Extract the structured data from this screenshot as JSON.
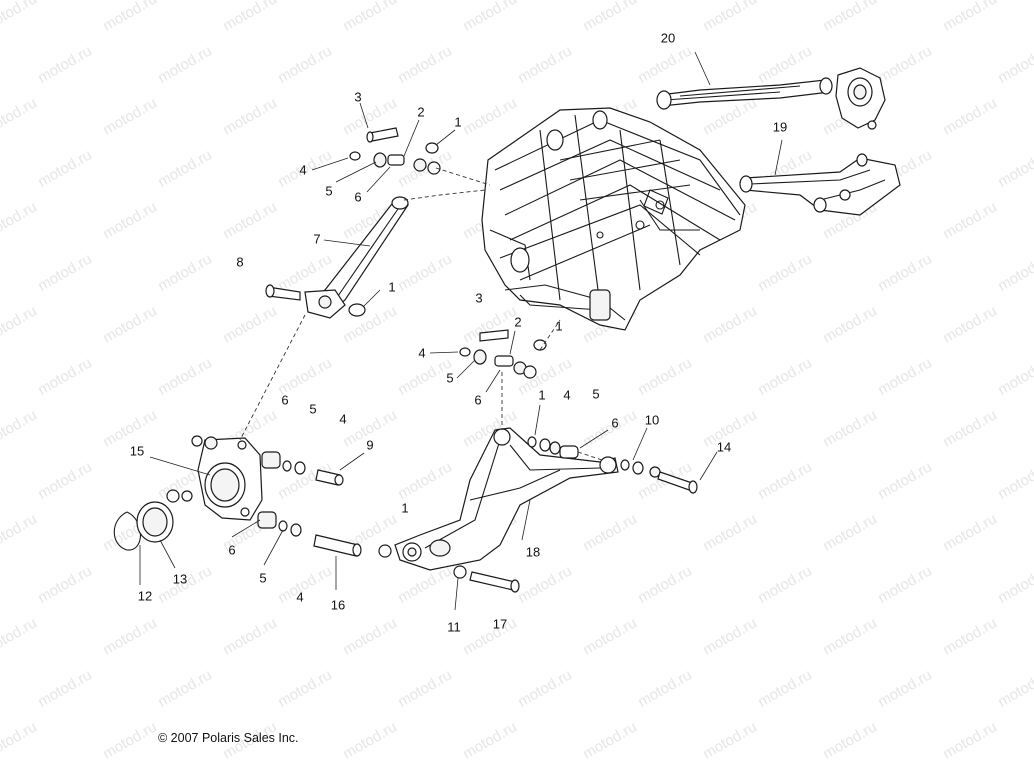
{
  "watermark": "motod.ru",
  "callouts": [
    {
      "id": "c20",
      "text": "20"
    },
    {
      "id": "c19",
      "text": "19"
    },
    {
      "id": "c3a",
      "text": "3"
    },
    {
      "id": "c2a",
      "text": "2"
    },
    {
      "id": "c1a",
      "text": "1"
    },
    {
      "id": "c4a",
      "text": "4"
    },
    {
      "id": "c5a",
      "text": "5"
    },
    {
      "id": "c6a",
      "text": "6"
    },
    {
      "id": "c7",
      "text": "7"
    },
    {
      "id": "c8",
      "text": "8"
    },
    {
      "id": "c1b",
      "text": "1"
    },
    {
      "id": "c3b",
      "text": "3"
    },
    {
      "id": "c2b",
      "text": "2"
    },
    {
      "id": "c1c",
      "text": "1"
    },
    {
      "id": "c4b",
      "text": "4"
    },
    {
      "id": "c5b",
      "text": "5"
    },
    {
      "id": "c6b",
      "text": "6"
    },
    {
      "id": "c1d",
      "text": "1"
    },
    {
      "id": "c4c",
      "text": "4"
    },
    {
      "id": "c5c",
      "text": "5"
    },
    {
      "id": "c6c",
      "text": "6"
    },
    {
      "id": "c10",
      "text": "10"
    },
    {
      "id": "c14",
      "text": "14"
    },
    {
      "id": "c15",
      "text": "15"
    },
    {
      "id": "c6d",
      "text": "6"
    },
    {
      "id": "c5d",
      "text": "5"
    },
    {
      "id": "c4d",
      "text": "4"
    },
    {
      "id": "c9",
      "text": "9"
    },
    {
      "id": "c1e",
      "text": "1"
    },
    {
      "id": "c18",
      "text": "18"
    },
    {
      "id": "c12",
      "text": "12"
    },
    {
      "id": "c13",
      "text": "13"
    },
    {
      "id": "c6e",
      "text": "6"
    },
    {
      "id": "c5e",
      "text": "5"
    },
    {
      "id": "c4e",
      "text": "4"
    },
    {
      "id": "c16",
      "text": "16"
    },
    {
      "id": "c11",
      "text": "11"
    },
    {
      "id": "c17",
      "text": "17"
    }
  ],
  "copyright": "© 2007 Polaris Sales Inc."
}
